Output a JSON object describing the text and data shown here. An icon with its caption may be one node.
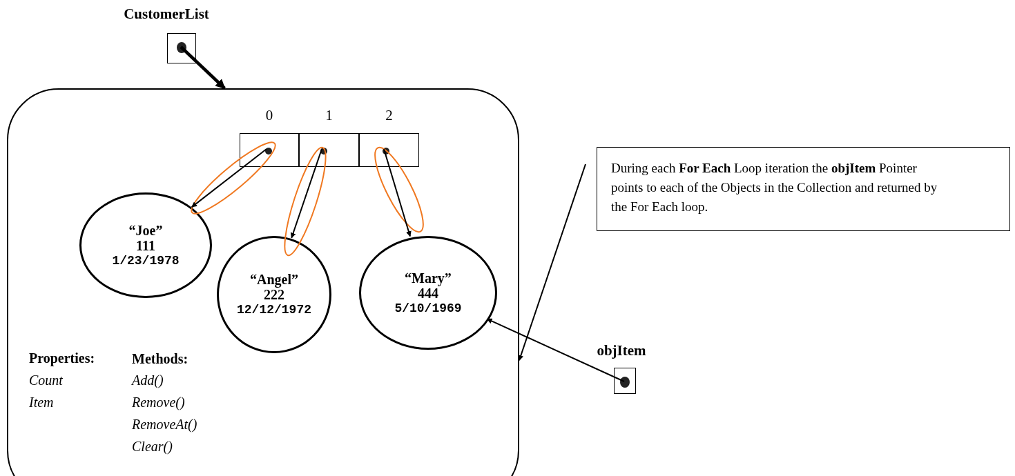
{
  "diagram": {
    "nodes": [
      {
        "text": [
          "CustomerList"
        ]
      },
      {
        "text": [],
        "shape": "box"
      },
      {
        "text": [
          "0"
        ],
        "in": 1
      },
      {
        "text": [
          "1"
        ],
        "in": 1
      },
      {
        "text": [
          "2"
        ],
        "in": 1
      },
      {
        "text": [
          "“Joe”",
          "111",
          "1/23/1978"
        ],
        "in": 1
      },
      {
        "text": [
          "“Angel”",
          "222",
          "12/12/1972"
        ],
        "in": 1
      },
      {
        "text": [
          "“Mary”",
          "444",
          "5/10/1969"
        ],
        "in": 1
      },
      {
        "text": [
          "During each **For Each** Loop iteration the **objItem** Pointer points to each of the Objects in the Collection and returned by the For Each loop."
        ]
      },
      {
        "text": [
          "objItem"
        ]
      }
    ],
    "edges": [
      {
        "from": 0,
        "to": 1,
        "arrow": "to",
        "style": "thick"
      },
      {
        "from": 2,
        "to": 5,
        "arrow": "to"
      },
      {
        "from": 3,
        "to": 6,
        "arrow": "to"
      },
      {
        "from": 4,
        "to": 7,
        "arrow": "to"
      },
      {
        "from": 9,
        "to": 7,
        "arrow": "to"
      },
      {
        "from": 8,
        "to": 1,
        "arrow": "to"
      }
    ],
    "labels": [
      "Properties:",
      "Count",
      "Item",
      "Methods:",
      "Add()",
      "Remove()",
      "RemoveAt()",
      "Clear()"
    ]
  }
}
